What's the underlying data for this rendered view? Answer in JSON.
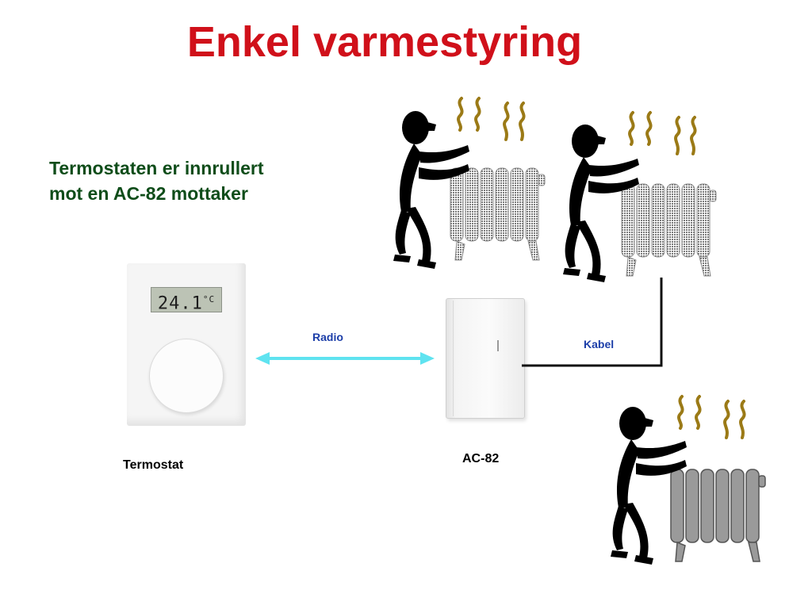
{
  "slide": {
    "title": "Enkel varmestyring",
    "subtitle_line1": "Termostaten er innrullert",
    "subtitle_line2": "mot en AC-82 mottaker"
  },
  "thermostat": {
    "display_value": "24.1",
    "display_unit": "°C",
    "label": "Termostat"
  },
  "receiver": {
    "label": "AC-82"
  },
  "links": {
    "radio_label": "Radio",
    "cable_label": "Kabel"
  },
  "colors": {
    "title": "#d0101a",
    "subtitle": "#0f4d1a",
    "link_label": "#1c3ea8",
    "radio_arrow": "#5fe3f0",
    "heat_waves": "#9b7a16",
    "radiator": "#9a9a9a"
  },
  "icons": [
    "person-warming-hands-icon",
    "radiator-icon",
    "heat-wave-icon"
  ]
}
